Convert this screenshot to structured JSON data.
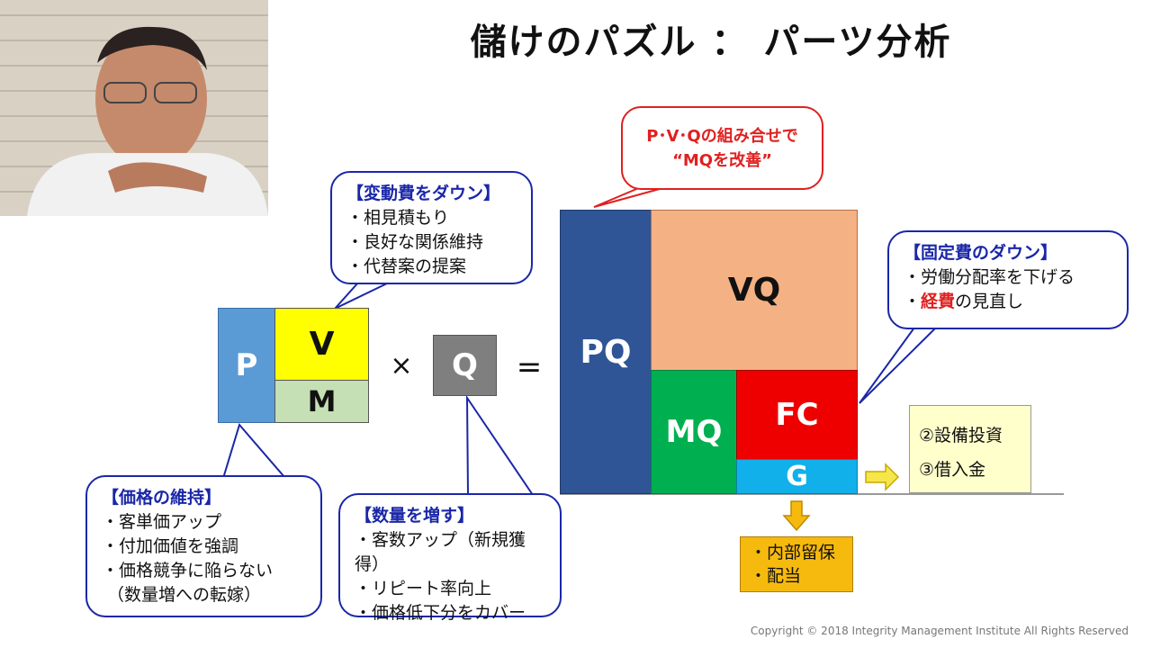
{
  "title": "儲けのパズル ： パーツ分析",
  "blocks": {
    "p": "P",
    "v": "V",
    "m": "M",
    "times": "×",
    "q": "Q",
    "equals": "=",
    "pq": "PQ",
    "vq": "VQ",
    "mq": "MQ",
    "fc": "FC",
    "g": "G"
  },
  "bubble_variable": {
    "head": "【変動費をダウン】",
    "items": [
      "・相見積もり",
      "・良好な関係維持",
      "・代替案の提案"
    ]
  },
  "bubble_combo": {
    "line1": "P･V･Qの組み合せで",
    "line2": "“MQを改善”"
  },
  "bubble_fixed": {
    "head": "【固定費のダウン】",
    "item1": "・労働分配率を下げる",
    "item2_pre": "・",
    "item2_red": "経費",
    "item2_post": "の見直し"
  },
  "bubble_price": {
    "head": "【価格の維持】",
    "items": [
      "・客単価アップ",
      "・付加価値を強調",
      "・価格競争に陥らない",
      "（数量増への転嫁）"
    ]
  },
  "bubble_quantity": {
    "head": "【数量を増す】",
    "items": [
      "・客数アップ（新規獲得）",
      "・リピート率向上",
      "・価格低下分をカバー"
    ]
  },
  "box_invest": {
    "item1": "②設備投資",
    "item2": "③借入金"
  },
  "box_retain": {
    "item1": "・内部留保",
    "item2": "・配当"
  },
  "copyright": "Copyright © 2018  Integrity Management Institute All Rights Reserved",
  "colors": {
    "p": "#5b9bd5",
    "v": "#ffff00",
    "m": "#c5e0b4",
    "q": "#7f7f7f",
    "pq": "#2f5597",
    "vq": "#f4b183",
    "mq": "#00b050",
    "fc": "#ee0000",
    "g": "#12b0eb",
    "invest_bg": "#ffffcc",
    "retain_bg": "#f6b90e",
    "arrow": "#f5c400",
    "accent_blue": "#1a27a8",
    "accent_red": "#e02020"
  }
}
